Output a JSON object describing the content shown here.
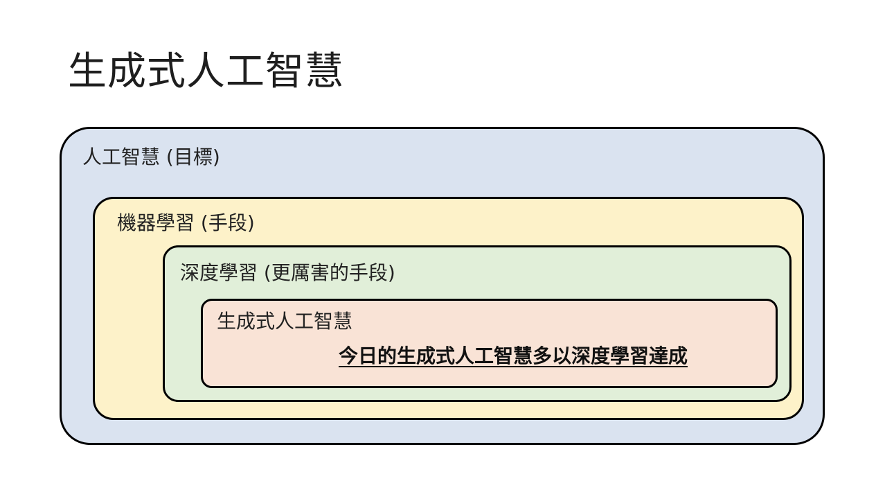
{
  "slide": {
    "title": "生成式人工智慧"
  },
  "boxes": {
    "ai": {
      "label": "人工智慧 (目標)",
      "fill": "#dae3f0"
    },
    "ml": {
      "label": "機器學習 (手段)",
      "fill": "#fdf2c9"
    },
    "dl": {
      "label": "深度學習 (更厲害的手段)",
      "fill": "#e1efd9"
    },
    "gen": {
      "label": "生成式人工智慧",
      "note": "今日的生成式人工智慧多以深度學習達成",
      "fill": "#f9e3d6"
    }
  }
}
